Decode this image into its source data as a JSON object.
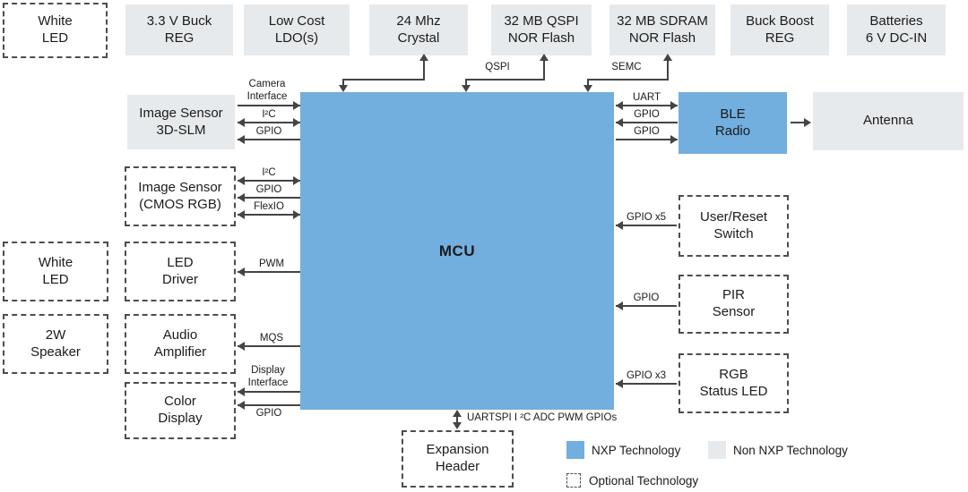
{
  "palette": {
    "nxp_blue": "#72AEDE",
    "non_nxp_gray": "#E7EAEC",
    "line_color": "#444444",
    "text_color": "#1B1B1B",
    "background": "#FFFFFF"
  },
  "blocks": {
    "white_led_top": "White\nLED",
    "buck_reg": "3.3 V Buck\nREG",
    "ldo": "Low Cost\nLDO(s)",
    "crystal": "24 Mhz\nCrystal",
    "qspi_flash": "32 MB QSPI\nNOR Flash",
    "sdram": "32 MB SDRAM\nNOR Flash",
    "buck_boost": "Buck Boost\nREG",
    "batteries": "Batteries\n6 V DC-IN",
    "image_sensor_3d": "Image Sensor\n3D-SLM",
    "image_sensor_cmos": "Image Sensor\n(CMOS RGB)",
    "white_led_left": "White\nLED",
    "led_driver": "LED\nDriver",
    "speaker_2w": "2W\nSpeaker",
    "audio_amp": "Audio\nAmplifier",
    "color_display": "Color\nDisplay",
    "mcu": "MCU",
    "ble_radio": "BLE\nRadio",
    "antenna": "Antenna",
    "user_reset": "User/Reset\nSwitch",
    "pir": "PIR\nSensor",
    "rgb_led": "RGB\nStatus LED",
    "expansion": "Expansion\nHeader"
  },
  "connections": {
    "camera_interface": "Camera\nInterface",
    "i2c_3d": "I²C",
    "gpio_3d": "GPIO",
    "i2c_cmos": "I²C",
    "gpio_cmos": "GPIO",
    "flexio": "FlexIO",
    "pwm": "PWM",
    "mqs": "MQS",
    "display_interface": "Display\nInterface",
    "gpio_display": "GPIO",
    "qspi": "QSPI",
    "semc": "SEMC",
    "uart": "UART",
    "gpio_ble_in": "GPIO",
    "gpio_ble_out": "GPIO",
    "gpio_x5": "GPIO x5",
    "gpio_pir": "GPIO",
    "gpio_x3": "GPIO x3",
    "expansion_bus": "UARTSPI I ²C ADC PWM GPIOs"
  },
  "legend": {
    "nxp": "NXP Technology",
    "non_nxp": "Non NXP Technology",
    "optional": "Optional Technology"
  }
}
